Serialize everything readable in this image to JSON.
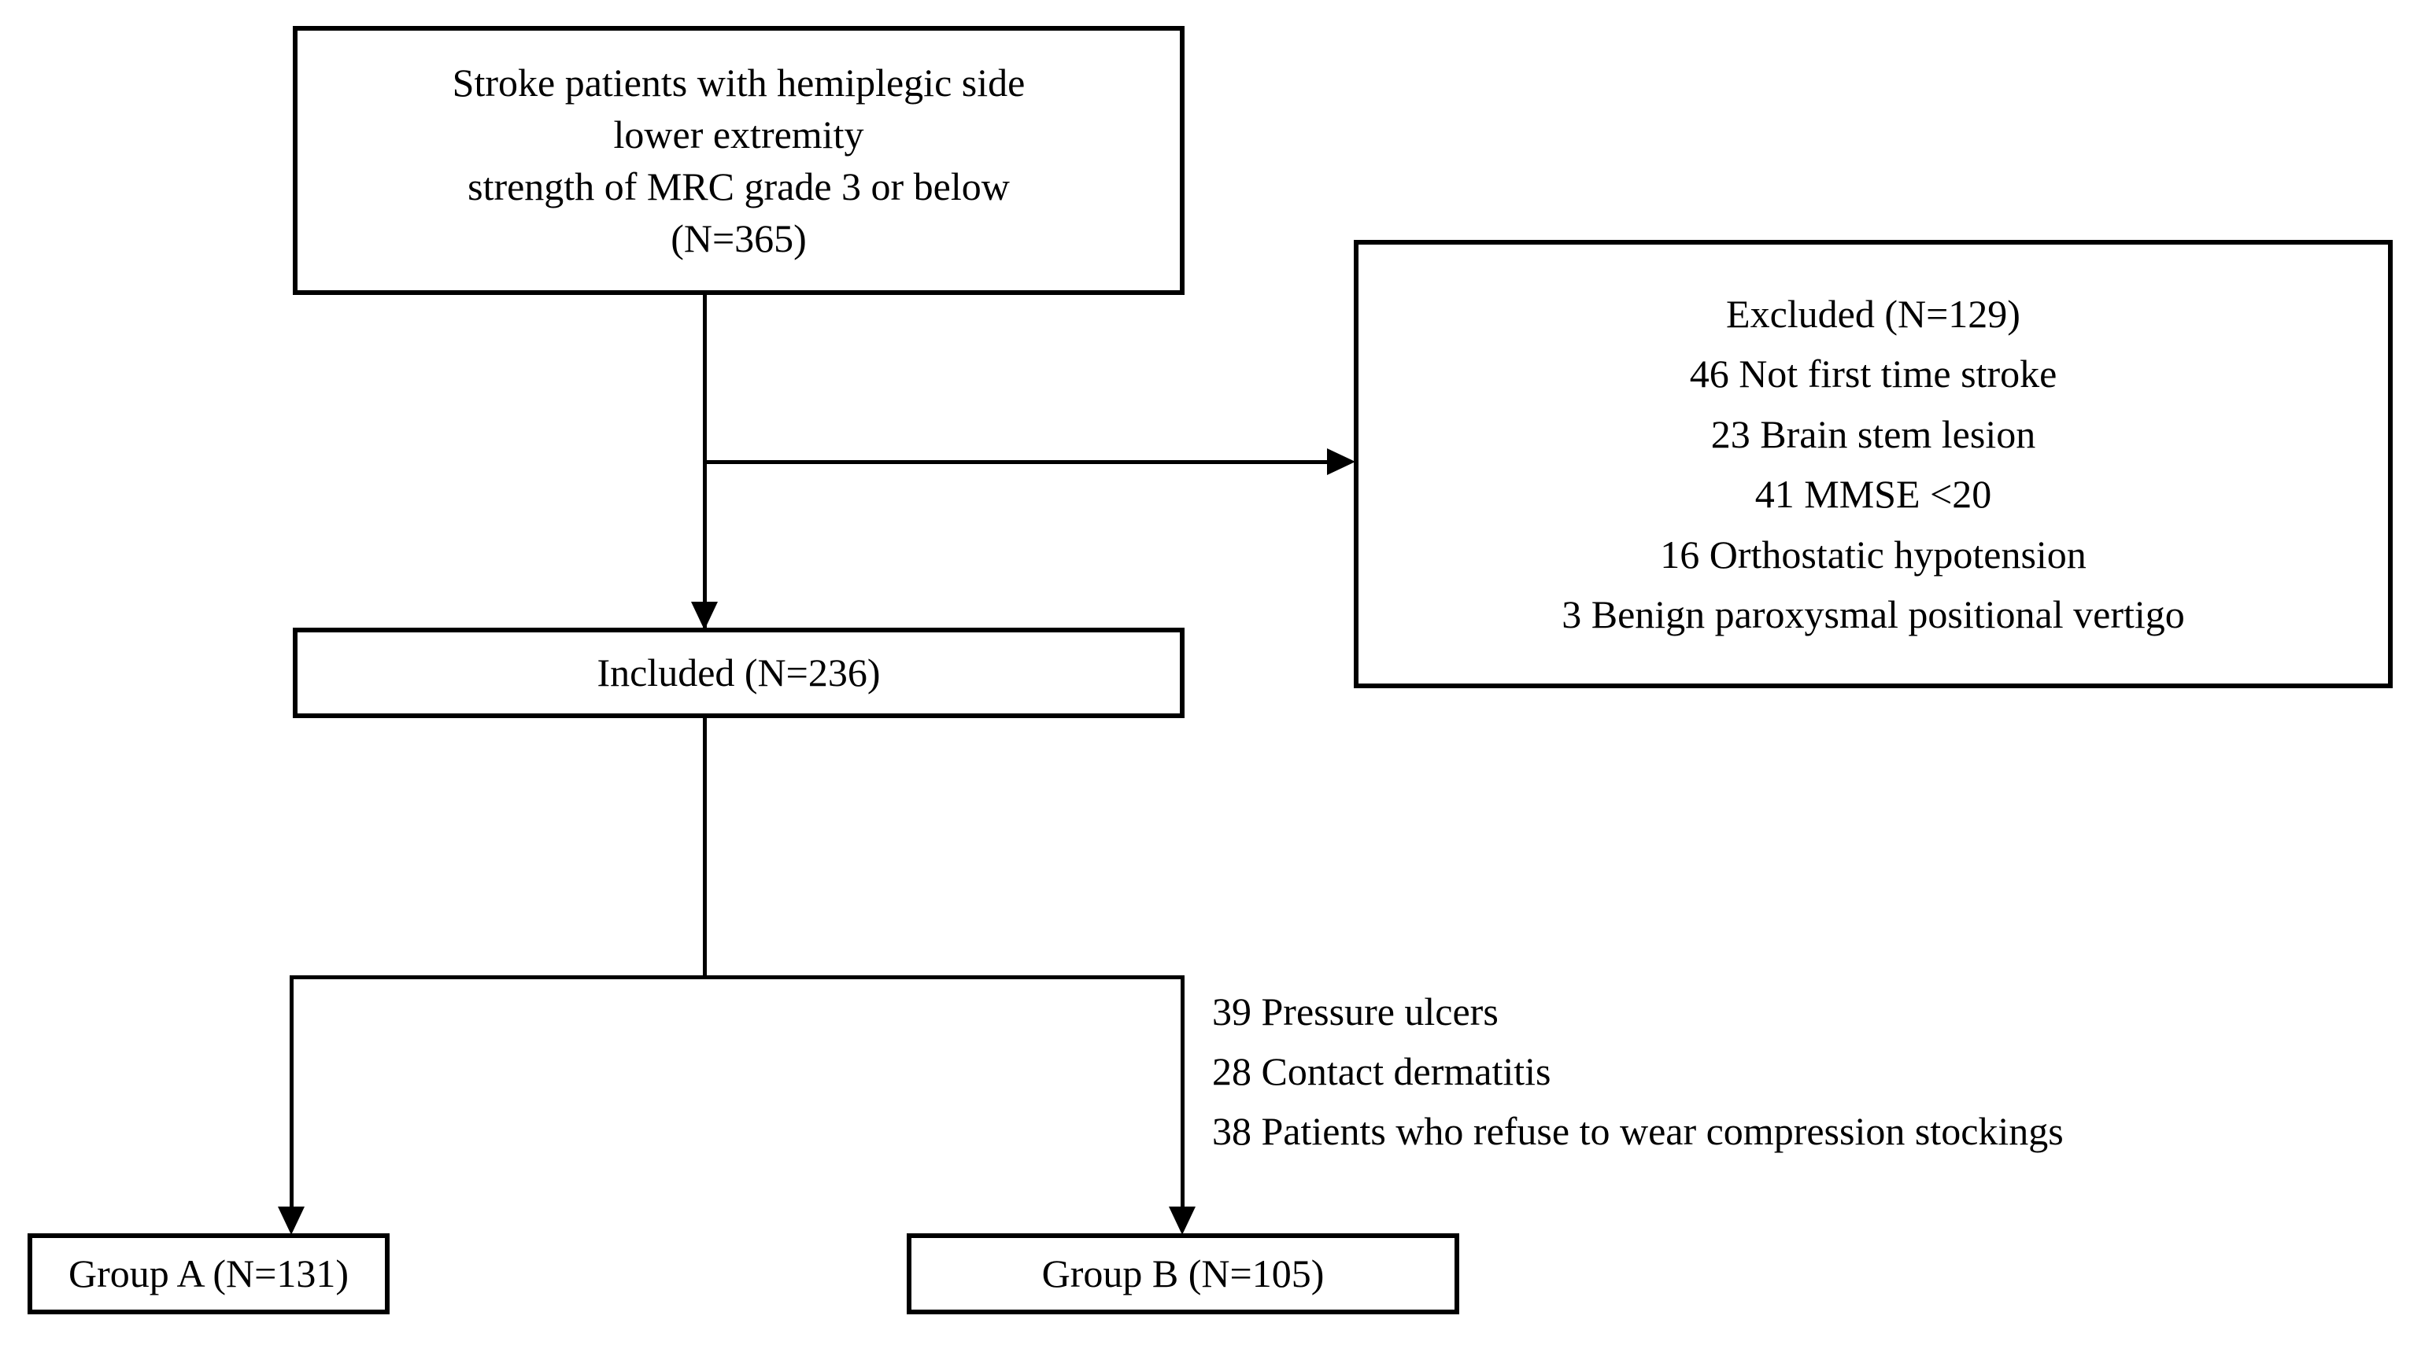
{
  "diagram": {
    "type": "participant-flow-chart",
    "boxes": {
      "source": {
        "lines": [
          "Stroke patients with hemiplegic side",
          "lower extremity",
          "strength of  MRC grade 3 or below",
          "(N=365)"
        ],
        "count": 365
      },
      "excluded": {
        "lines": [
          "Excluded (N=129)",
          "46 Not first time stroke",
          "23 Brain stem lesion",
          "41 MMSE <20",
          "16 Orthostatic hypotension",
          "3 Benign paroxysmal positional vertigo"
        ],
        "count": 129,
        "reasons": [
          {
            "n": 46,
            "label": "Not first time stroke"
          },
          {
            "n": 23,
            "label": "Brain stem lesion"
          },
          {
            "n": 41,
            "label": "MMSE <20"
          },
          {
            "n": 16,
            "label": "Orthostatic hypotension"
          },
          {
            "n": 3,
            "label": "Benign paroxysmal positional vertigo"
          }
        ]
      },
      "included": {
        "lines": [
          "Included (N=236)"
        ],
        "count": 236
      },
      "group_a": {
        "lines": [
          "Group A (N=131)"
        ],
        "count": 131
      },
      "group_b": {
        "lines": [
          "Group B (N=105)"
        ],
        "count": 105
      }
    },
    "side_notes": {
      "lines": [
        "39 Pressure ulcers",
        "28 Contact dermatitis",
        "38 Patients who refuse to wear compression stockings"
      ],
      "items": [
        {
          "n": 39,
          "label": "Pressure ulcers"
        },
        {
          "n": 28,
          "label": "Contact dermatitis"
        },
        {
          "n": 38,
          "label": "Patients who refuse to wear compression stockings"
        }
      ]
    },
    "colors": {
      "stroke": "#000000",
      "background": "#ffffff",
      "text": "#000000"
    }
  }
}
